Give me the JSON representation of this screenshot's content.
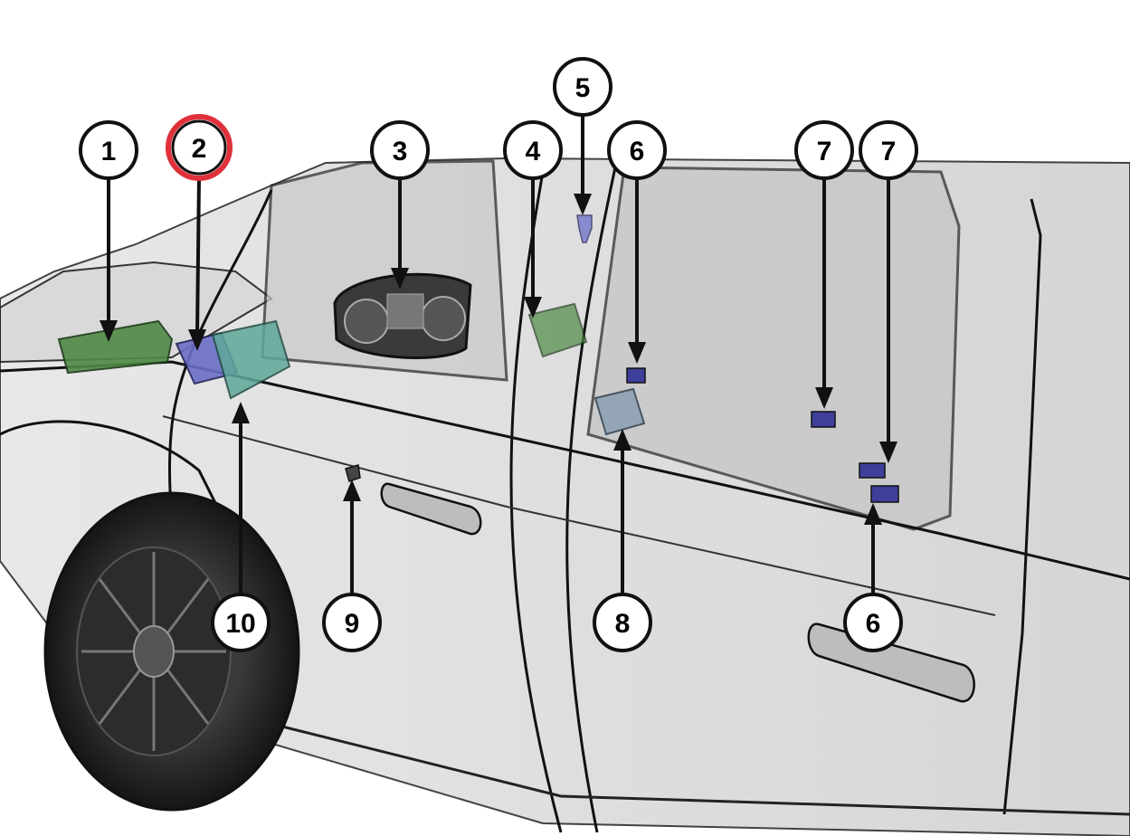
{
  "diagram": {
    "callouts": [
      {
        "id": "c1",
        "label": "1",
        "highlighted": false
      },
      {
        "id": "c2",
        "label": "2",
        "highlighted": true
      },
      {
        "id": "c3",
        "label": "3",
        "highlighted": false
      },
      {
        "id": "c4",
        "label": "4",
        "highlighted": false
      },
      {
        "id": "c5",
        "label": "5",
        "highlighted": false
      },
      {
        "id": "c6a",
        "label": "6",
        "highlighted": false
      },
      {
        "id": "c7a",
        "label": "7",
        "highlighted": false
      },
      {
        "id": "c7b",
        "label": "7",
        "highlighted": false
      },
      {
        "id": "c10",
        "label": "10",
        "highlighted": false
      },
      {
        "id": "c9",
        "label": "9",
        "highlighted": false
      },
      {
        "id": "c8",
        "label": "8",
        "highlighted": false
      },
      {
        "id": "c6b",
        "label": "6",
        "highlighted": false
      }
    ],
    "colors": {
      "callout_fill": "#ffffff",
      "callout_border": "#111111",
      "highlight_ring": "#e0313b",
      "module_green": "#4f8a45",
      "module_blue": "#6b6fc7",
      "module_teal": "#5fa89a",
      "module_gray": "#8fa3b3",
      "ghost_body": "#cfcfcf"
    }
  }
}
